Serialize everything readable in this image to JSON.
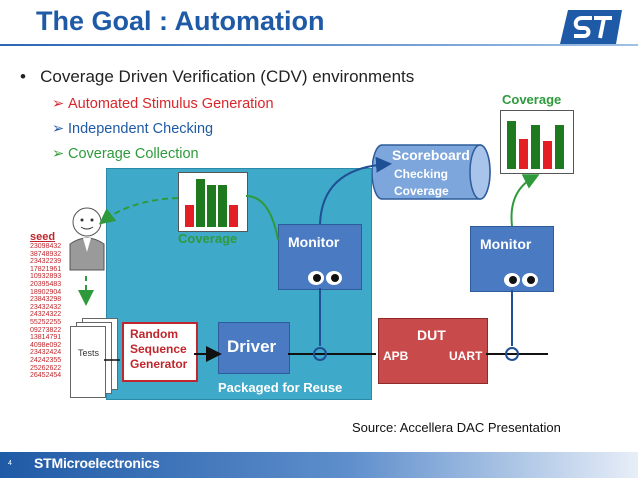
{
  "title": "The Goal : Automation",
  "bullet": "Coverage Driven Verification (CDV) environments",
  "sub_items": [
    {
      "label": "Automated Stimulus Generation",
      "color": "#d9262b"
    },
    {
      "label": "Independent Checking",
      "color": "#1f5aa6"
    },
    {
      "label": "Coverage Collection",
      "color": "#2f9a3c"
    }
  ],
  "coverage_top": "Coverage",
  "coverage_inner": "Coverage",
  "scoreboard": {
    "title": "Scoreboard",
    "line1": "Checking",
    "line2": "Coverage"
  },
  "monitor_left": "Monitor",
  "monitor_right": "Monitor",
  "seed_label": "seed",
  "seeds": [
    "23098432",
    "38748932",
    "23432239",
    "17821961",
    "10932893",
    "20395483",
    "18902904",
    "23843298",
    "23432432",
    "24324322",
    "55252255",
    "09273822",
    "13814791",
    "4098e092",
    "23432424",
    "24242355",
    "25262622",
    "26452454"
  ],
  "tests_label": "Tests",
  "generator": {
    "line1": "Random",
    "line2": "Sequence",
    "line3": "Generator"
  },
  "driver": "Driver",
  "packaged": "Packaged for Reuse",
  "dut": {
    "title": "DUT",
    "apb": "APB",
    "uart": "UART"
  },
  "source": "Source:  Accellera DAC Presentation",
  "footer": "STMicroelectronics",
  "page_number": "4",
  "colors": {
    "accent_blue": "#1f5aa6",
    "red": "#d9262b",
    "green": "#2f9a3c",
    "package": "#3fa9c9"
  }
}
